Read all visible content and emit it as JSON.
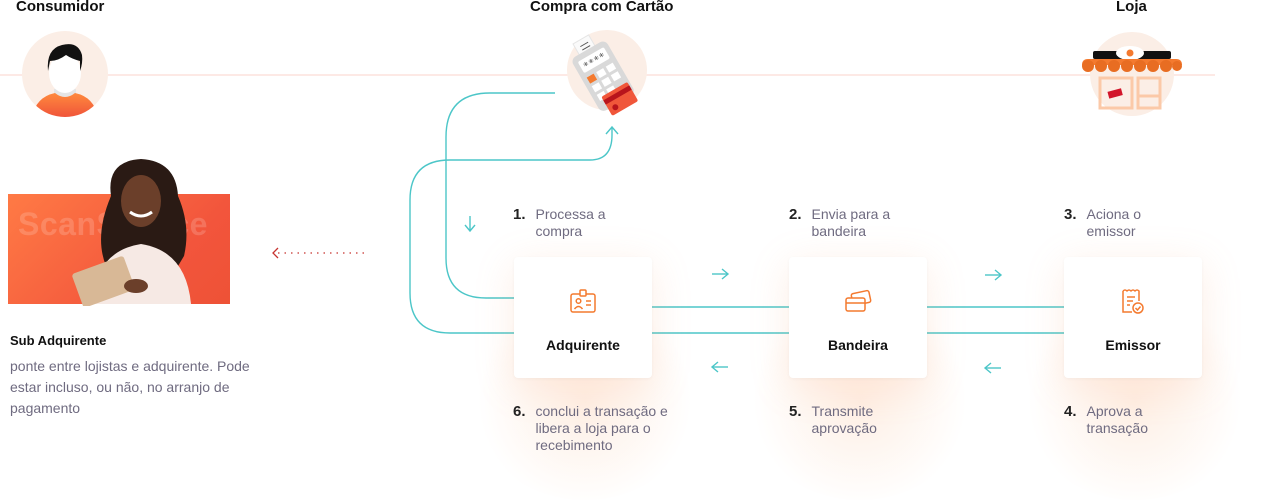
{
  "headers": {
    "consumer": "Consumidor",
    "purchase": "Compra com Cartão",
    "store": "Loja"
  },
  "banner": {
    "watermark": "ScanSource"
  },
  "sub_acquirer": {
    "title": "Sub Adquirente",
    "description": "ponte entre lojistas e adquirente. Pode estar incluso, ou não, no arranjo de pagamento"
  },
  "cards": [
    {
      "label": "Adquirente",
      "icon": "id-badge-icon"
    },
    {
      "label": "Bandeira",
      "icon": "cards-icon"
    },
    {
      "label": "Emissor",
      "icon": "receipt-check-icon"
    }
  ],
  "steps": [
    {
      "num": "1.",
      "text": "Processa a compra"
    },
    {
      "num": "2.",
      "text": "Envia para a bandeira"
    },
    {
      "num": "3.",
      "text": "Aciona o emissor"
    },
    {
      "num": "4.",
      "text": "Aprova a transação"
    },
    {
      "num": "5.",
      "text": "Transmite aprovação"
    },
    {
      "num": "6.",
      "text": "conclui a transação e libera a loja para o recebimento"
    }
  ],
  "colors": {
    "accent_orange": "#f47a2f",
    "flow_teal": "#4cc6c8",
    "dotted_red": "#c6332f",
    "text_muted": "#6f6b80"
  }
}
